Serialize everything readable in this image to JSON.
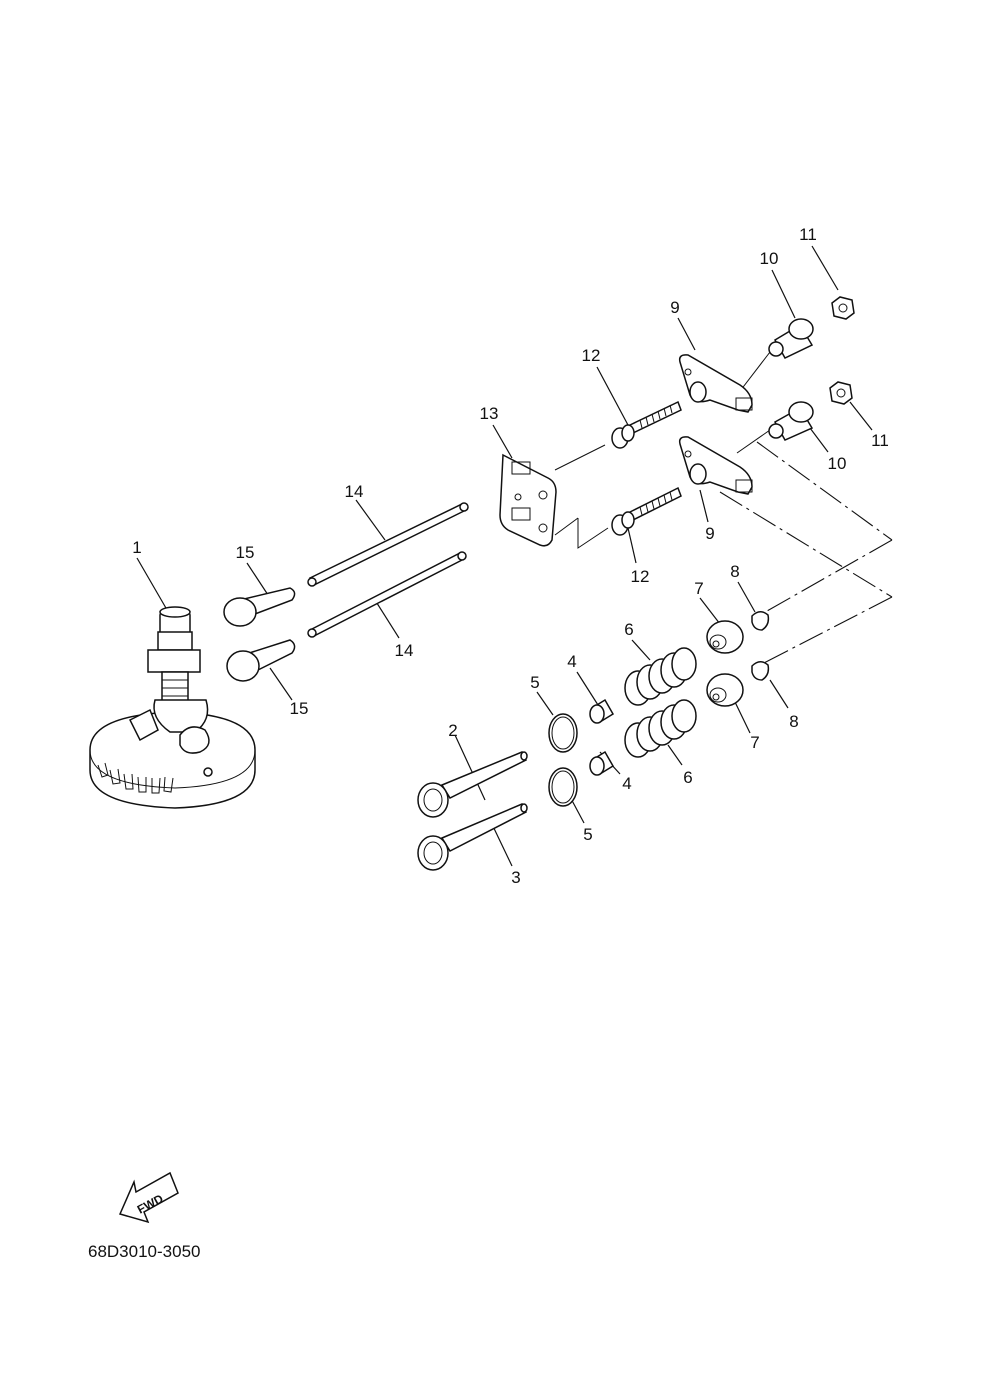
{
  "diagram": {
    "callouts": {
      "c1": "1",
      "c2": "2",
      "c3": "3",
      "c4a": "4",
      "c4b": "4",
      "c5a": "5",
      "c5b": "5",
      "c6a": "6",
      "c6b": "6",
      "c7a": "7",
      "c7b": "7",
      "c8a": "8",
      "c8b": "8",
      "c9a": "9",
      "c9b": "9",
      "c10a": "10",
      "c10b": "10",
      "c11a": "11",
      "c11b": "11",
      "c12a": "12",
      "c12b": "12",
      "c13": "13",
      "c14a": "14",
      "c14b": "14",
      "c15a": "15",
      "c15b": "15"
    },
    "fwd_label": "FWD",
    "document_number": "68D3010-3050"
  }
}
